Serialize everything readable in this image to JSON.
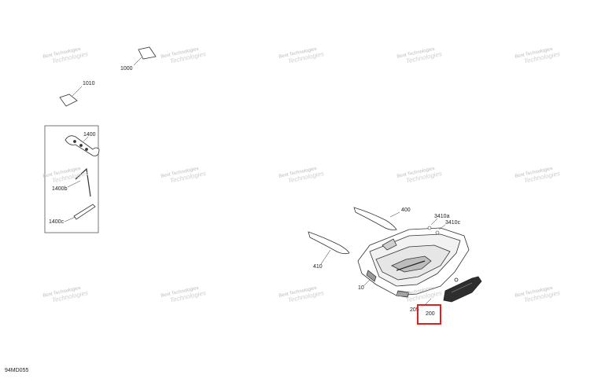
{
  "watermark": {
    "line1": "Bent Technologies",
    "line2": "Technologies"
  },
  "parts": {
    "p1000": "1000",
    "p1010": "1010",
    "p1400": "1400",
    "p1400b": "1400b",
    "p1400c": "1400c",
    "p400": "400",
    "p410": "410",
    "p10": "10",
    "p3410a": "3410a",
    "p3410c": "3410c",
    "p205": "205",
    "p200": "200"
  },
  "diagram_code": "94MD055",
  "highlight_color": "#e02020"
}
